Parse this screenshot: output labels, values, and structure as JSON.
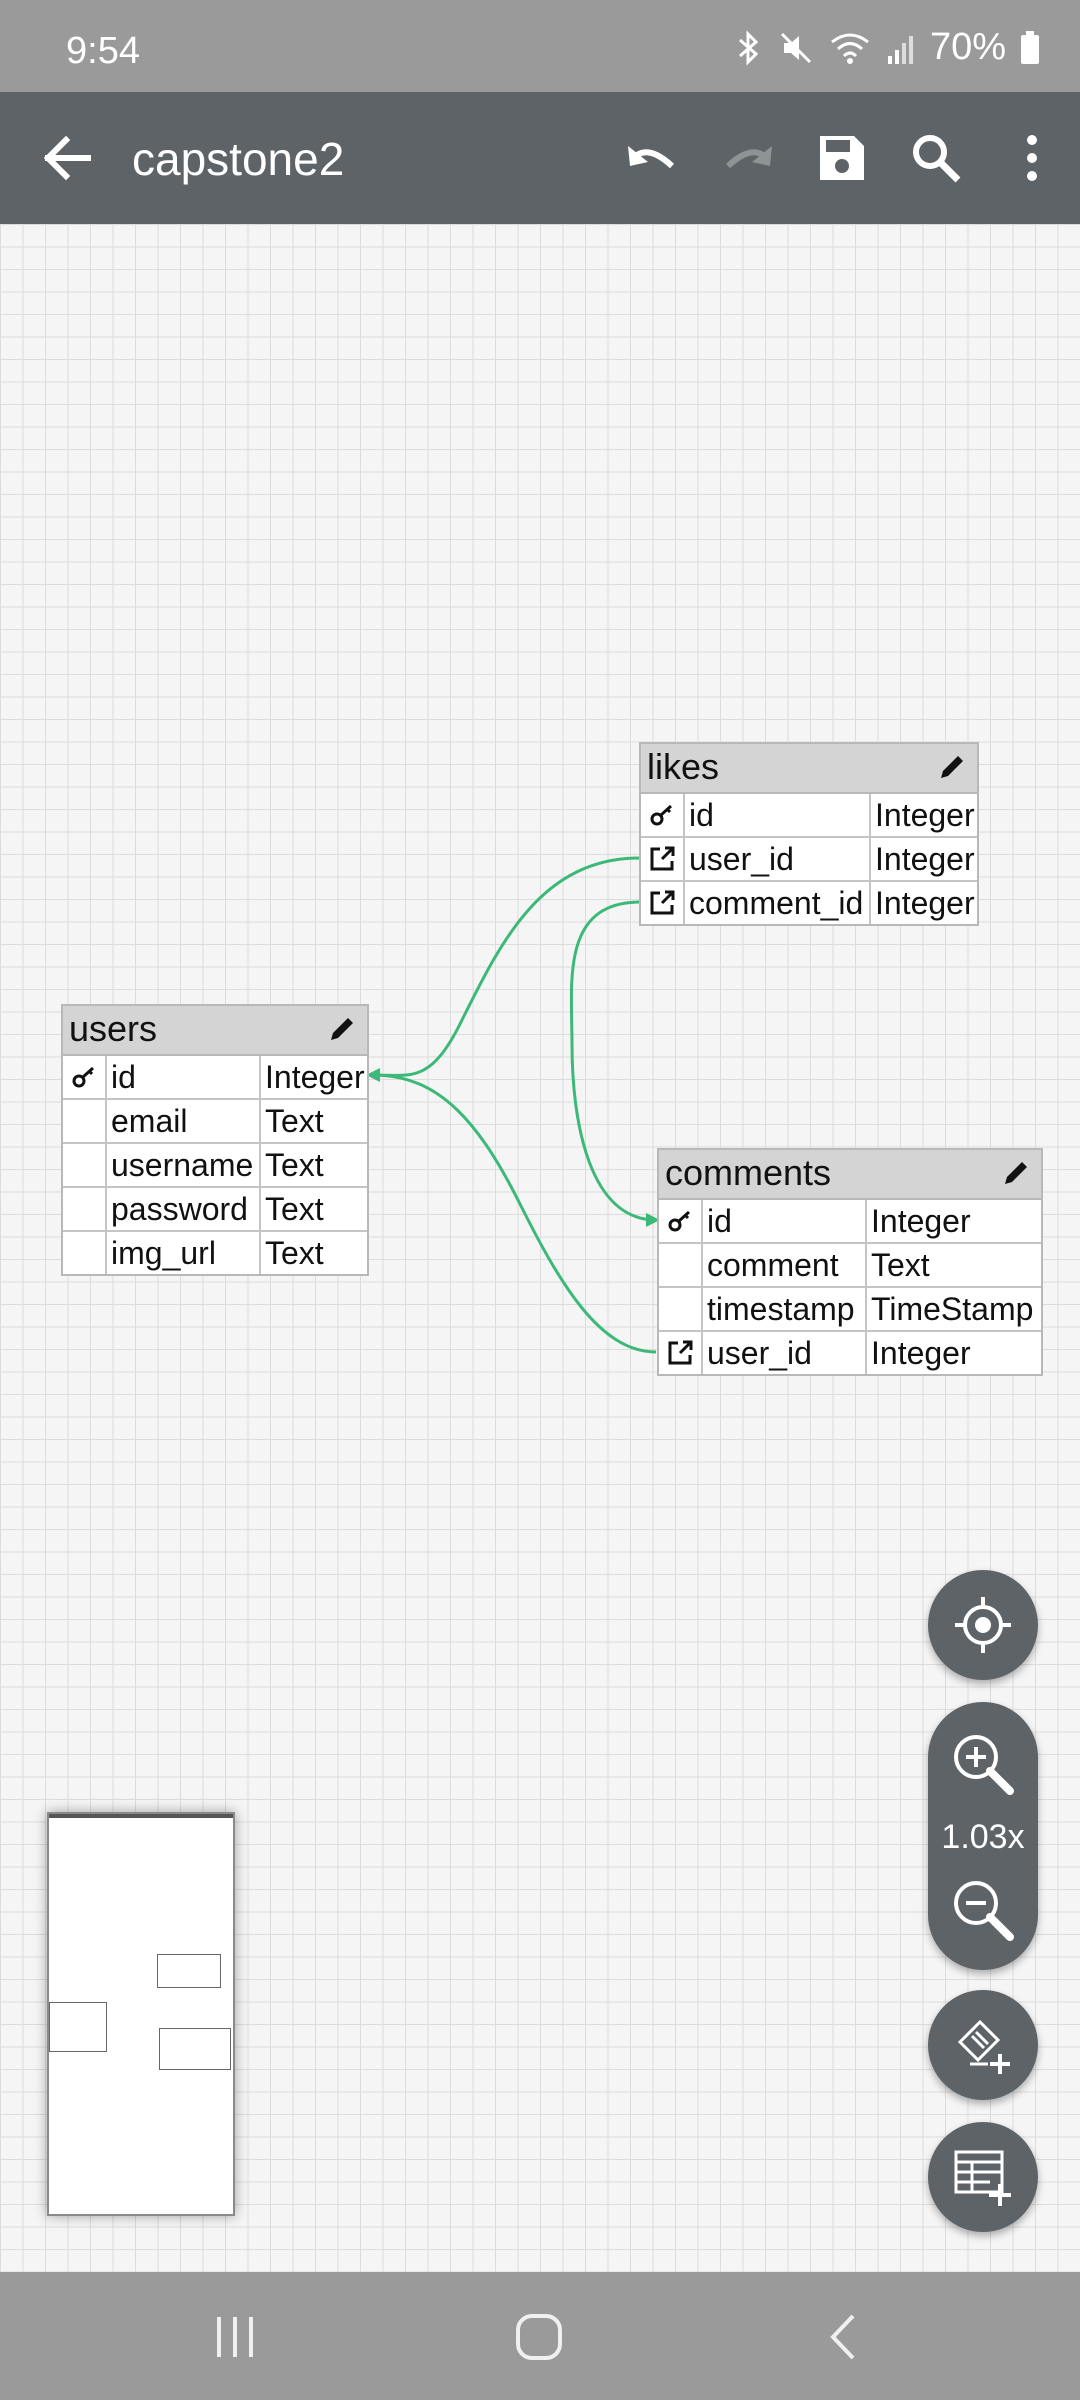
{
  "status_bar": {
    "time": "9:54",
    "battery": "70%",
    "icons": [
      "bluetooth-icon",
      "mute-icon",
      "wifi-icon",
      "signal-icon",
      "battery-icon"
    ]
  },
  "app_bar": {
    "title": "capstone2",
    "actions": [
      "back",
      "undo",
      "redo",
      "save",
      "search",
      "more"
    ]
  },
  "tables": {
    "likes": {
      "name": "likes",
      "rows": [
        {
          "icon": "key",
          "name": "id",
          "type": "Integer"
        },
        {
          "icon": "foreign-key",
          "name": "user_id",
          "type": "Integer"
        },
        {
          "icon": "foreign-key",
          "name": "comment_id",
          "type": "Integer"
        }
      ]
    },
    "users": {
      "name": "users",
      "rows": [
        {
          "icon": "key",
          "name": "id",
          "type": "Integer"
        },
        {
          "icon": "",
          "name": "email",
          "type": "Text"
        },
        {
          "icon": "",
          "name": "username",
          "type": "Text"
        },
        {
          "icon": "",
          "name": "password",
          "type": "Text"
        },
        {
          "icon": "",
          "name": "img_url",
          "type": "Text"
        }
      ]
    },
    "comments": {
      "name": "comments",
      "rows": [
        {
          "icon": "key",
          "name": "id",
          "type": "Integer"
        },
        {
          "icon": "",
          "name": "comment",
          "type": "Text"
        },
        {
          "icon": "",
          "name": "timestamp",
          "type": "TimeStamp"
        },
        {
          "icon": "foreign-key",
          "name": "user_id",
          "type": "Integer"
        }
      ]
    }
  },
  "relations": [
    {
      "from": "likes.user_id",
      "to": "users.id"
    },
    {
      "from": "likes.comment_id",
      "to": "comments.id"
    },
    {
      "from": "comments.user_id",
      "to": "users.id"
    }
  ],
  "zoom": {
    "level": "1.03x"
  },
  "fab_buttons": [
    "locate-icon",
    "zoom-in-icon",
    "zoom-out-icon",
    "add-note-icon",
    "add-table-icon"
  ],
  "colors": {
    "app_bar": "#5d6367",
    "relation_line": "#3cb878",
    "table_header": "#d4d4d4",
    "canvas": "#f5f5f5"
  }
}
